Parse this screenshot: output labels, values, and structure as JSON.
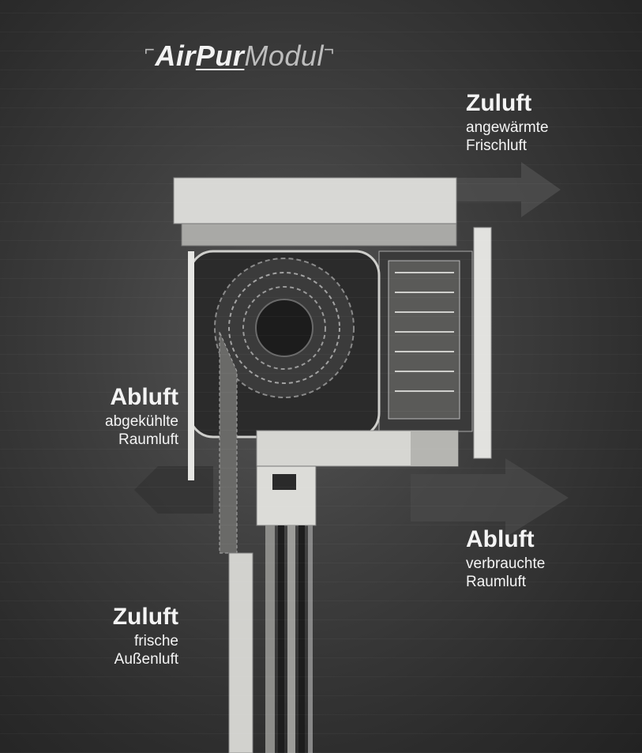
{
  "logo": {
    "part1": "Air",
    "part2": "Pur",
    "part3": "Modul"
  },
  "labels": {
    "zuluft_top": {
      "title": "Zuluft",
      "line1": "angewärmte",
      "line2": "Frischluft"
    },
    "abluft_left": {
      "title": "Abluft",
      "line1": "abgekühlte",
      "line2": "Raumluft"
    },
    "abluft_right": {
      "title": "Abluft",
      "line1": "verbrauchte",
      "line2": "Raumluft"
    },
    "zuluft_bottom": {
      "title": "Zuluft",
      "line1": "frische",
      "line2": "Außenluft"
    }
  }
}
